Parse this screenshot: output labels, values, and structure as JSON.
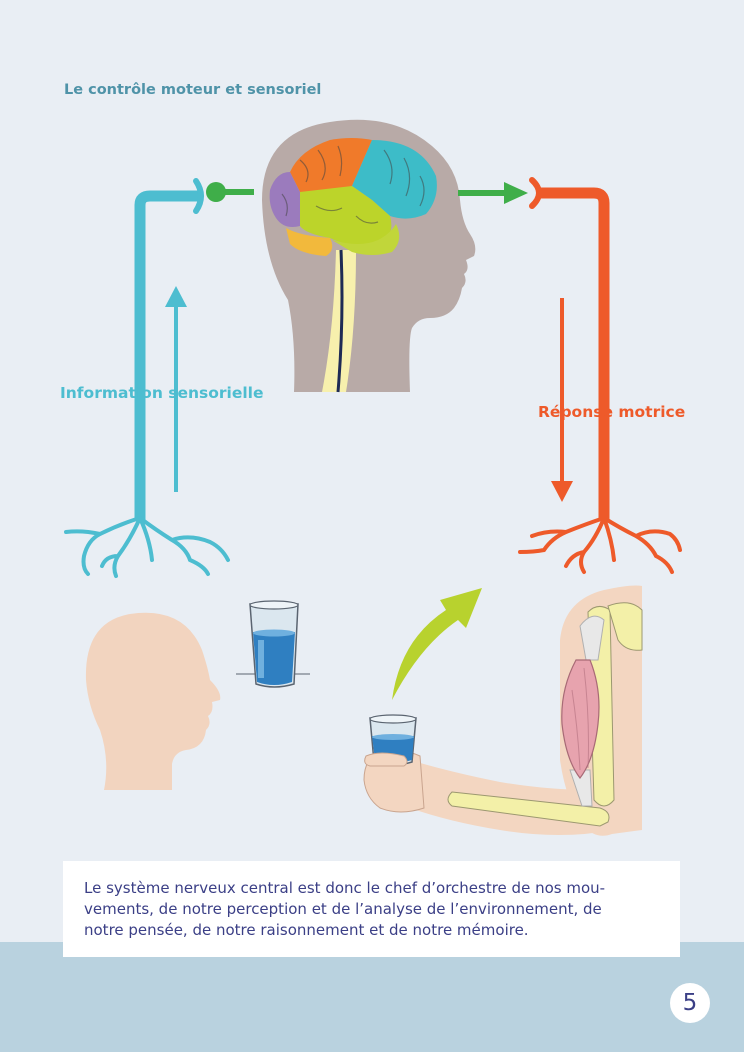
{
  "diagram": {
    "title": "Le contrôle moteur et sensoriel",
    "sensory_label": "Information sensorielle",
    "motor_label": "Réponse motrice"
  },
  "caption": "Le système nerveux central est donc le chef d’orchestre de nos mou-\nvements, de notre perception et de l’analyse de l’environnement, de\nnotre pensée, de notre raisonnement et de notre mémoire.",
  "page_number": "5",
  "colors": {
    "background": "#e9eef4",
    "footer_band": "#b9d2df",
    "sensory": "#4dbdd0",
    "motor": "#ee5a2a",
    "connector_green": "#3fae49",
    "movement_arrow": "#b8d22e",
    "text_title": "#4f93a8",
    "text_caption": "#3b3f86"
  },
  "icons": [
    "brain-head-illustration",
    "sensory-neuron",
    "motor-neuron",
    "head-silhouette",
    "water-glass",
    "arm-muscle-illustration",
    "movement-arrow"
  ]
}
